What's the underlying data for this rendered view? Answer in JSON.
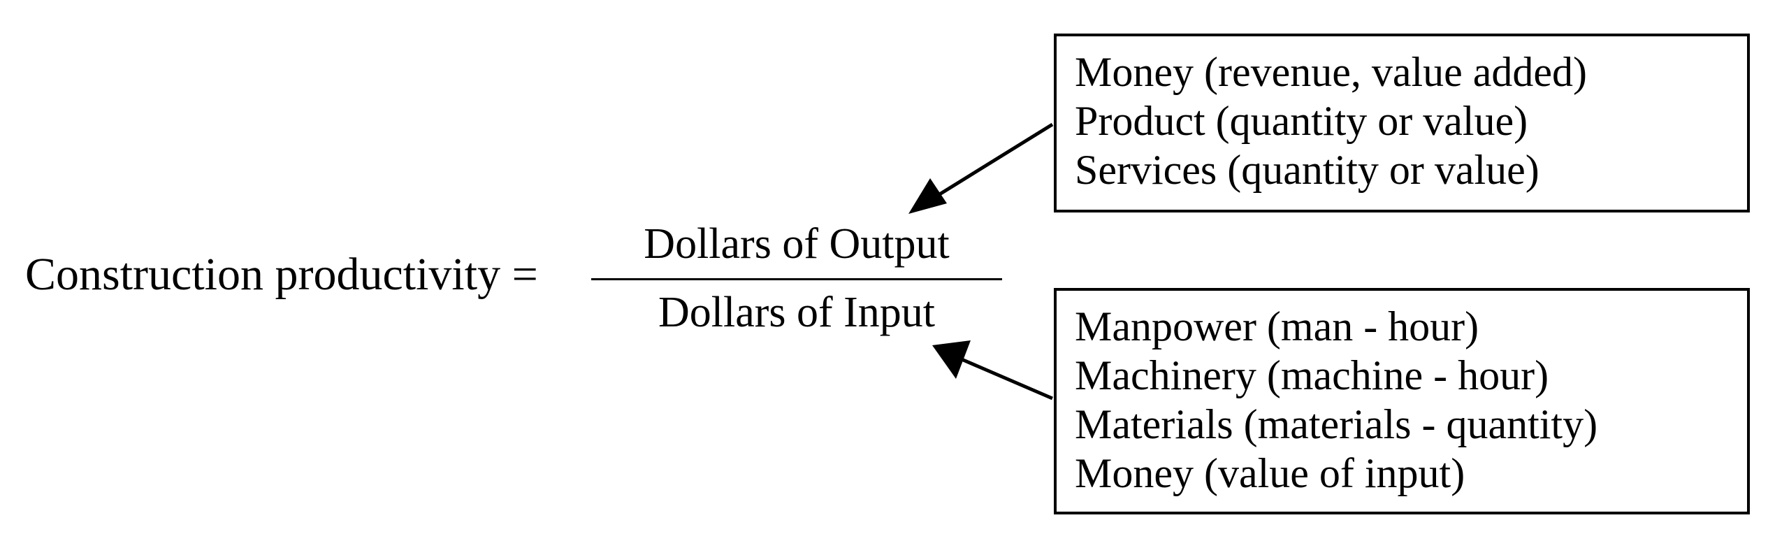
{
  "equation": {
    "lhs": "Construction productivity =",
    "numerator": "Dollars of Output",
    "denominator": "Dollars of Input"
  },
  "output_box": {
    "items": [
      "Money (revenue, value added)",
      "Product (quantity or value)",
      "Services (quantity or value)"
    ]
  },
  "input_box": {
    "items": [
      "Manpower (man - hour)",
      "Machinery (machine - hour)",
      "Materials (materials - quantity)",
      "Money (value of input)"
    ]
  }
}
